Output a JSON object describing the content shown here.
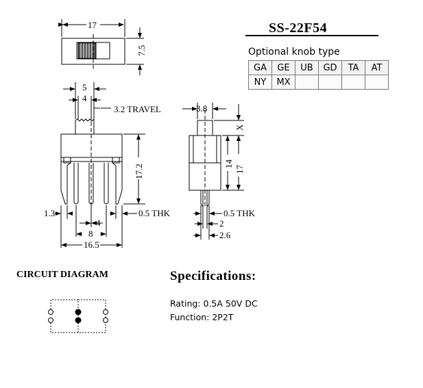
{
  "header": {
    "model": "SS-22F54"
  },
  "knob_types": {
    "caption": "Optional knob type",
    "rows": [
      [
        "GA",
        "GE",
        "UB",
        "GD",
        "TA",
        "AT"
      ],
      [
        "NY",
        "MX",
        "",
        "",
        "",
        ""
      ]
    ]
  },
  "dimensions": {
    "top_width": "17",
    "top_height": "7.5",
    "front_knob_width": "5",
    "front_knob_inner": "4",
    "travel": "3.2  TRAVEL",
    "front_body_height": "17.2",
    "pin_offset": "1.3",
    "pin_thk_front": "0.5  THK",
    "pin_pitch": "4",
    "pin_span": "8",
    "front_total_width": "16.5",
    "side_knob_width": "3.8",
    "side_x": "X",
    "side_inner_height": "14",
    "side_total_height": "17",
    "pin_thk_side": "0.5  THK",
    "side_pin_gap": "2",
    "side_pin_span": "2.6"
  },
  "circuit": {
    "title": "CIRCUIT DIAGRAM"
  },
  "specifications": {
    "title": "Specifications:",
    "rating": "Rating: 0.5A 50V DC",
    "function": "Function: 2P2T"
  },
  "colors": {
    "ink": "#000000",
    "knob_fill": "#555555",
    "table_fill": "#f3f3f3"
  }
}
